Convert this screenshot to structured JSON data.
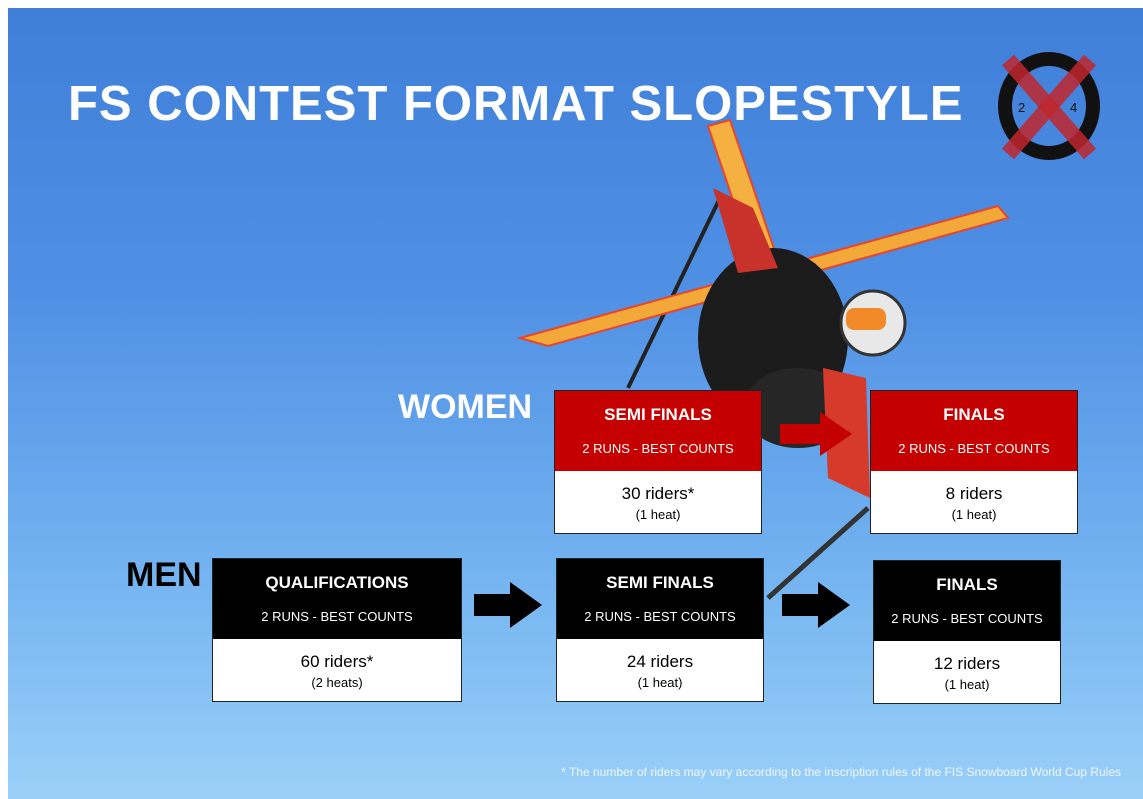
{
  "title": "FS CONTEST FORMAT SLOPESTYLE",
  "logo": {
    "left_number": "2",
    "right_number": "4",
    "circle_color": "#111111",
    "cross_color": "#c0272d"
  },
  "women": {
    "label": "WOMEN",
    "semi": {
      "stage": "SEMI FINALS",
      "runs": "2 RUNS - BEST COUNTS",
      "riders": "30 riders*",
      "heats": "(1 heat)"
    },
    "finals": {
      "stage": "FINALS",
      "runs": "2 RUNS - BEST COUNTS",
      "riders": "8 riders",
      "heats": "(1 heat)"
    }
  },
  "men": {
    "label": "MEN",
    "qualifications": {
      "stage": "QUALIFICATIONS",
      "runs": "2 RUNS - BEST COUNTS",
      "riders": "60 riders*",
      "heats": "(2 heats)"
    },
    "semi": {
      "stage": "SEMI FINALS",
      "runs": "2 RUNS - BEST COUNTS",
      "riders": "24 riders",
      "heats": "(1 heat)"
    },
    "finals": {
      "stage": "FINALS",
      "runs": "2 RUNS - BEST COUNTS",
      "riders": "12 riders",
      "heats": "(1 heat)"
    }
  },
  "footnote": "* The number of riders may vary according to the inscription rules of the FIS Snowboard World Cup Rules",
  "colors": {
    "women_header": "#c40000",
    "men_header": "#000000",
    "arrow_women": "#c40000",
    "arrow_men": "#000000"
  }
}
